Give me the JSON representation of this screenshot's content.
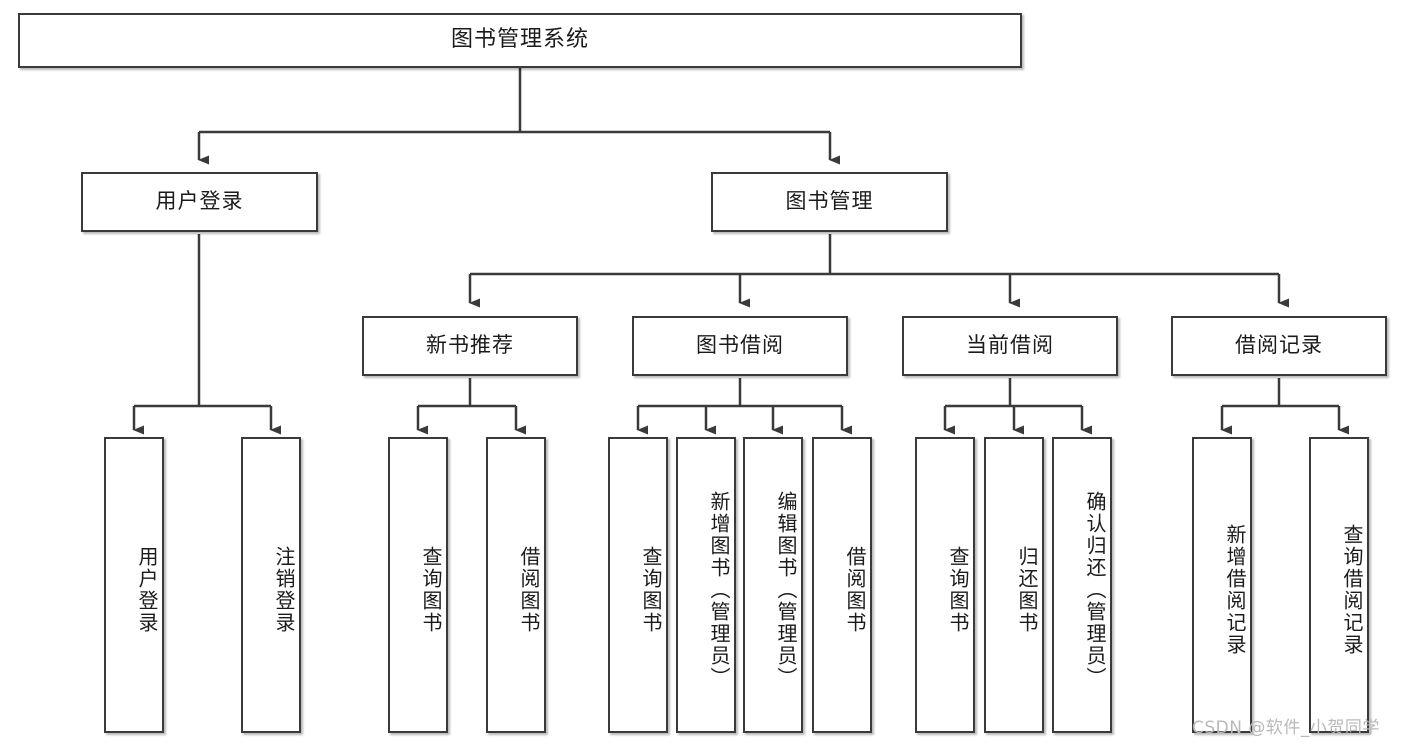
{
  "diagram": {
    "type": "tree",
    "title": "图书管理系统",
    "root": {
      "label": "图书管理系统"
    },
    "level1": [
      {
        "label": "用户登录"
      },
      {
        "label": "图书管理"
      }
    ],
    "level2": [
      {
        "label": "新书推荐"
      },
      {
        "label": "图书借阅"
      },
      {
        "label": "当前借阅"
      },
      {
        "label": "借阅记录"
      }
    ],
    "leaves": {
      "user_login": [
        {
          "label": "用户登录"
        },
        {
          "label": "注销登录"
        }
      ],
      "new_book_recommend": [
        {
          "label": "查询图书"
        },
        {
          "label": "借阅图书"
        }
      ],
      "book_borrow": [
        {
          "label": "查询图书"
        },
        {
          "label": "新增图书（管理员）"
        },
        {
          "label": "编辑图书（管理员）"
        },
        {
          "label": "借阅图书"
        }
      ],
      "current_borrow": [
        {
          "label": "查询图书"
        },
        {
          "label": "归还图书"
        },
        {
          "label": "确认归还（管理员）"
        }
      ],
      "borrow_record": [
        {
          "label": "新增借阅记录"
        },
        {
          "label": "查询借阅记录"
        }
      ]
    }
  },
  "watermark": {
    "text": "CSDN @软件_小贺同学"
  },
  "colors": {
    "border": "#3a3a3a",
    "text": "#1b1b1b",
    "background": "#ffffff",
    "watermark": "#b9b9b9"
  }
}
